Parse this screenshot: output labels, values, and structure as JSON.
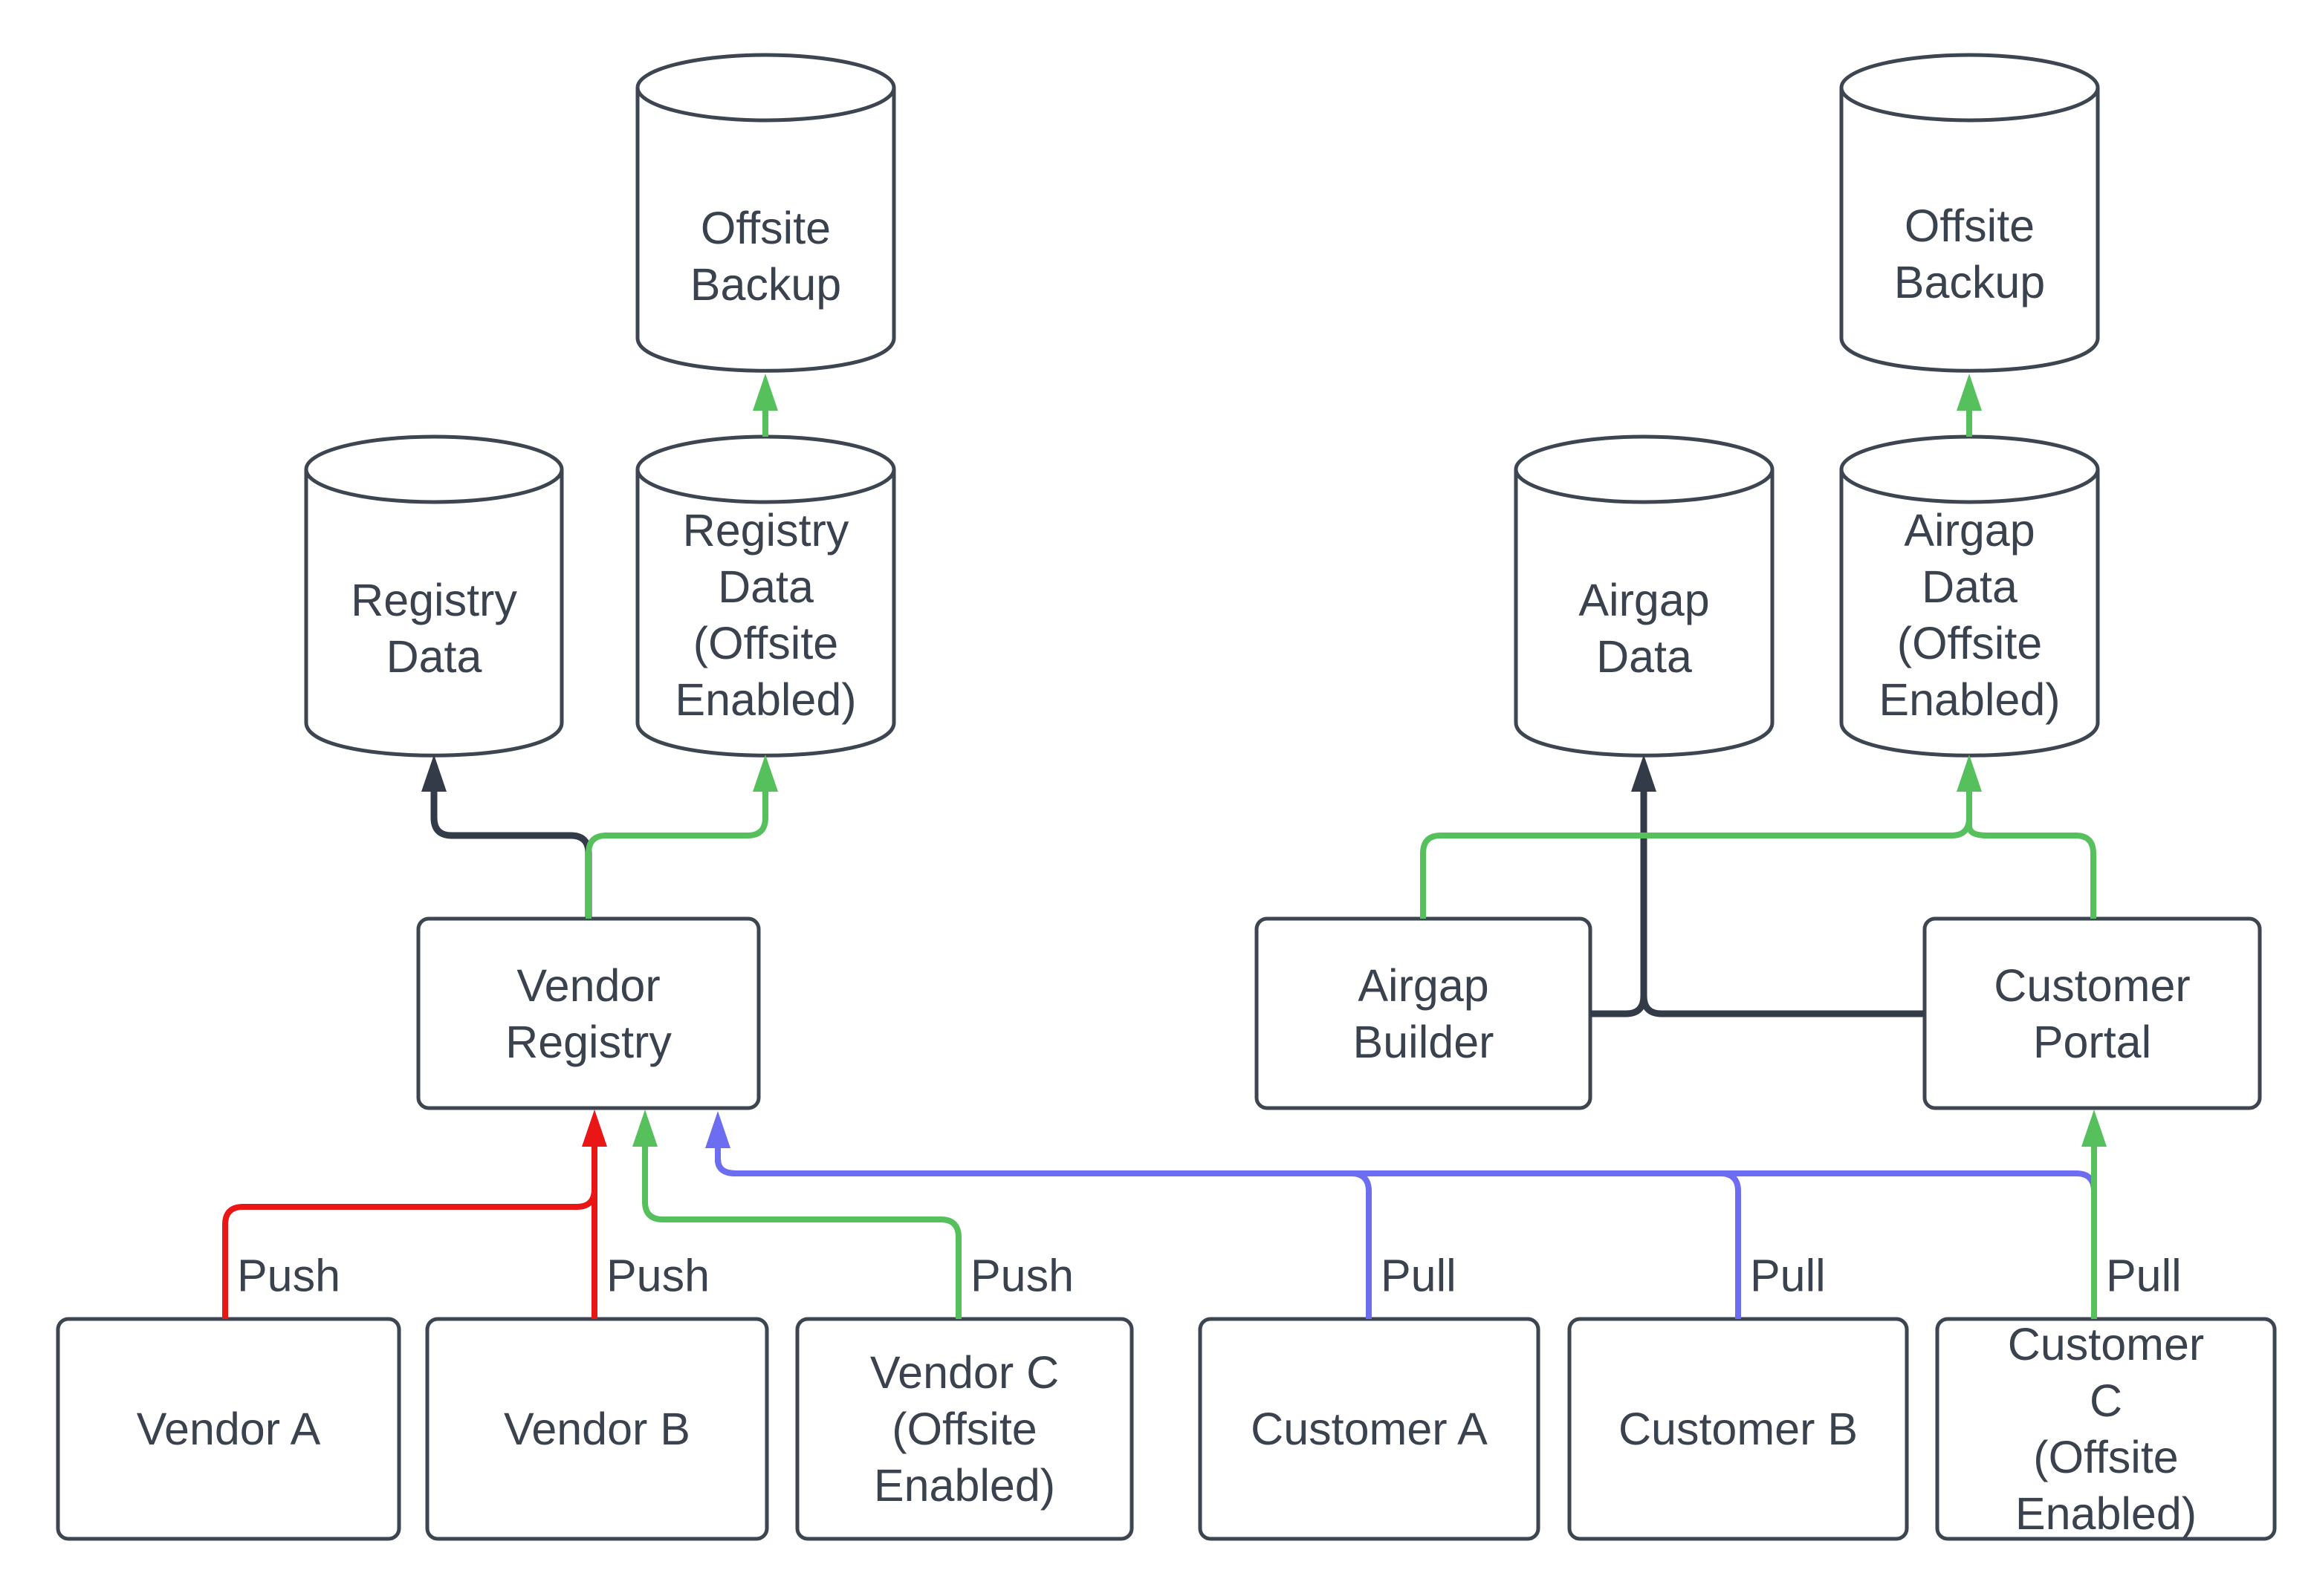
{
  "diagram": {
    "background": "#ffffff",
    "colors": {
      "dark": "#323b47",
      "green": "#56c15c",
      "red": "#ea1515",
      "blue": "#6d6df2",
      "shape_stroke": "#3d4650",
      "shape_fill": "#ffffff",
      "text": "#3a424e"
    },
    "nodes": [
      {
        "id": "offsite-backup-left",
        "shape": "cylinder",
        "label": "Offsite\nBackup"
      },
      {
        "id": "registry-data",
        "shape": "cylinder",
        "label": "Registry\nData"
      },
      {
        "id": "registry-data-offsite",
        "shape": "cylinder",
        "label": "Registry\nData\n(Offsite\nEnabled)"
      },
      {
        "id": "airgap-data",
        "shape": "cylinder",
        "label": "Airgap\nData"
      },
      {
        "id": "airgap-data-offsite",
        "shape": "cylinder",
        "label": "Airgap\nData\n(Offsite\nEnabled)"
      },
      {
        "id": "offsite-backup-right",
        "shape": "cylinder",
        "label": "Offsite\nBackup"
      },
      {
        "id": "vendor-registry",
        "shape": "box",
        "label": "Vendor\nRegistry"
      },
      {
        "id": "airgap-builder",
        "shape": "box",
        "label": "Airgap\nBuilder"
      },
      {
        "id": "customer-portal",
        "shape": "box",
        "label": "Customer\nPortal"
      },
      {
        "id": "vendor-a",
        "shape": "box",
        "label": "Vendor A"
      },
      {
        "id": "vendor-b",
        "shape": "box",
        "label": "Vendor B"
      },
      {
        "id": "vendor-c",
        "shape": "box",
        "label": "Vendor C\n(Offsite\nEnabled)"
      },
      {
        "id": "customer-a",
        "shape": "box",
        "label": "Customer A"
      },
      {
        "id": "customer-b",
        "shape": "box",
        "label": "Customer B"
      },
      {
        "id": "customer-c",
        "shape": "box",
        "label": "Customer C\n(Offsite\nEnabled)"
      }
    ],
    "edges": [
      {
        "id": "vendor-registry-to-registry-data",
        "from": "vendor-registry",
        "to": "registry-data",
        "color": "dark",
        "label": ""
      },
      {
        "id": "vendor-registry-to-registry-data-offsite",
        "from": "vendor-registry",
        "to": "registry-data-offsite",
        "color": "green",
        "label": ""
      },
      {
        "id": "registry-data-offsite-to-offsite-backup-left",
        "from": "registry-data-offsite",
        "to": "offsite-backup-left",
        "color": "green",
        "label": ""
      },
      {
        "id": "airgap-builder-to-airgap-data",
        "from": "airgap-builder",
        "to": "airgap-data",
        "color": "dark",
        "label": ""
      },
      {
        "id": "customer-portal-to-airgap-data",
        "from": "customer-portal",
        "to": "airgap-data",
        "color": "dark",
        "label": ""
      },
      {
        "id": "airgap-builder-to-airgap-data-offsite",
        "from": "airgap-builder",
        "to": "airgap-data-offsite",
        "color": "green",
        "label": ""
      },
      {
        "id": "customer-portal-to-airgap-data-offsite",
        "from": "customer-portal",
        "to": "airgap-data-offsite",
        "color": "green",
        "label": ""
      },
      {
        "id": "airgap-data-offsite-to-offsite-backup-right",
        "from": "airgap-data-offsite",
        "to": "offsite-backup-right",
        "color": "green",
        "label": ""
      },
      {
        "id": "vendor-a-to-vendor-registry",
        "from": "vendor-a",
        "to": "vendor-registry",
        "color": "red",
        "label": "Push"
      },
      {
        "id": "vendor-b-to-vendor-registry",
        "from": "vendor-b",
        "to": "vendor-registry",
        "color": "red",
        "label": "Push"
      },
      {
        "id": "vendor-c-to-vendor-registry",
        "from": "vendor-c",
        "to": "vendor-registry",
        "color": "green",
        "label": "Push"
      },
      {
        "id": "customer-a-to-vendor-registry",
        "from": "customer-a",
        "to": "vendor-registry",
        "color": "blue",
        "label": "Pull"
      },
      {
        "id": "customer-b-to-vendor-registry",
        "from": "customer-b",
        "to": "vendor-registry",
        "color": "blue",
        "label": "Pull"
      },
      {
        "id": "customer-c-to-vendor-registry",
        "from": "customer-c",
        "to": "vendor-registry",
        "color": "blue",
        "label": ""
      },
      {
        "id": "customer-c-to-customer-portal",
        "from": "customer-c",
        "to": "customer-portal",
        "color": "green",
        "label": "Pull"
      }
    ]
  }
}
